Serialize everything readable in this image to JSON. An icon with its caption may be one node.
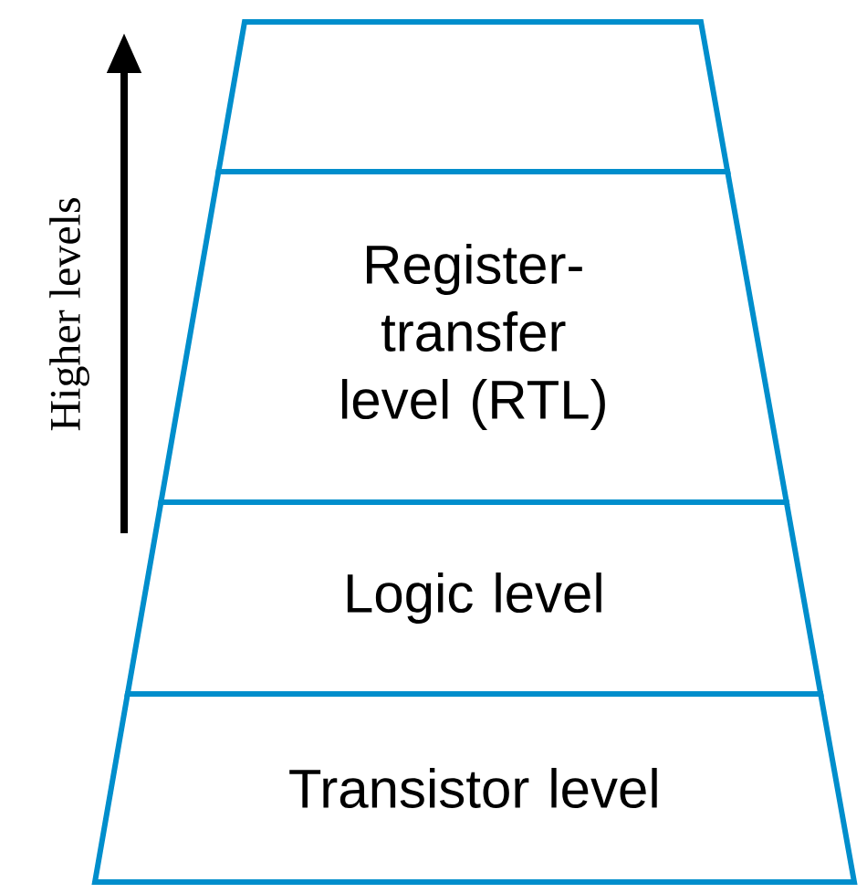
{
  "diagram": {
    "nodes": [
      {
        "text": [],
        "shape": "box"
      },
      {
        "text": [
          "Register-transfer level (RTL)"
        ]
      },
      {
        "text": [
          "Logic level"
        ]
      },
      {
        "text": [
          "Transistor level"
        ]
      }
    ],
    "labels": [
      "Higher levels"
    ]
  }
}
